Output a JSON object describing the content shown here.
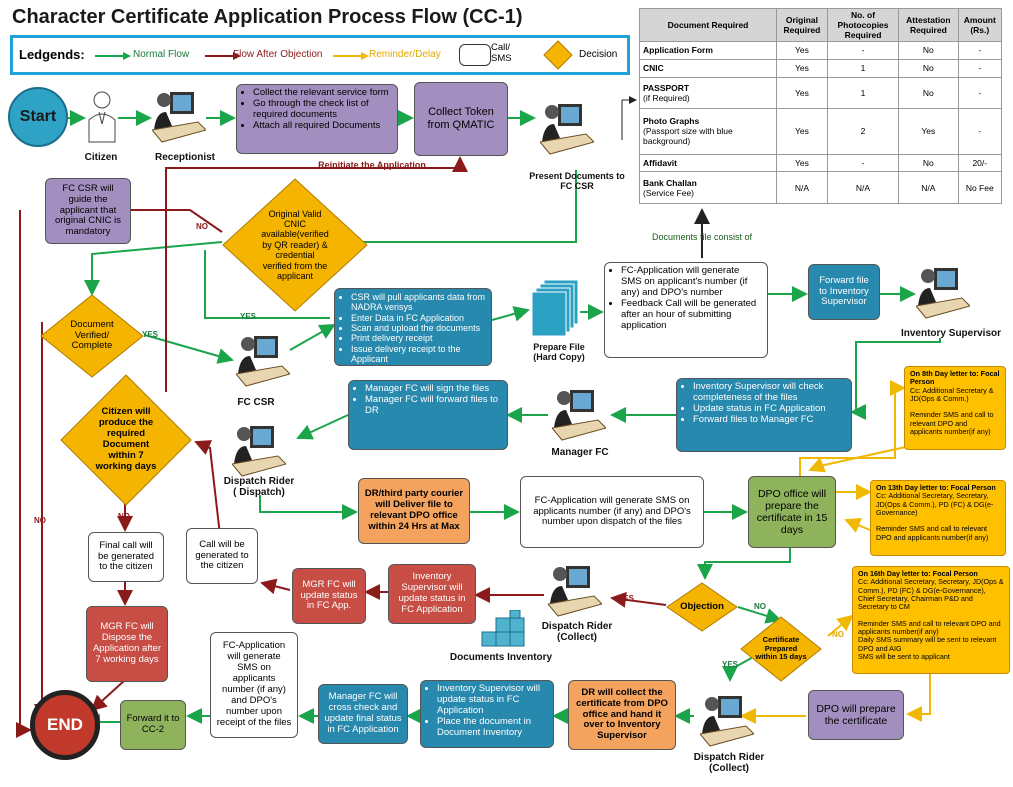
{
  "title": "Character Certificate Application Process Flow (CC-1)",
  "legend": {
    "label": "Ledgends:",
    "normal": "Normal Flow",
    "objection": "Flow After Objection",
    "reminder": "Reminder/Delay",
    "call_sms": "Call/ SMS",
    "decision": "Decision"
  },
  "colors": {
    "normal": "#1aa54b",
    "objection": "#8b1a1a",
    "reminder": "#f0b800",
    "decision": "#f4b400"
  },
  "start": "Start",
  "end": "END",
  "actors": {
    "citizen": "Citizen",
    "receptionist": "Receptionist",
    "present_docs": "Present Documents to FC CSR",
    "fc_csr": "FC CSR",
    "inventory_supervisor": "Inventory Supervisor",
    "manager_fc": "Manager FC",
    "dispatch_rider_dispatch": "Dispatch Rider ( Dispatch)",
    "dispatch_rider_collect1": "Dispatch Rider (Collect)",
    "dispatch_rider_collect2": "Dispatch Rider (Collect)",
    "documents_inventory": "Documents Inventory",
    "prepare_file": "Prepare File (Hard Copy)"
  },
  "boxes": {
    "collect_form": [
      "Collect the relevant service form",
      "Go through the check list of required documents",
      "Attach all required Documents"
    ],
    "collect_token": "Collect Token from QMATIC",
    "reinitiate": "Reinitiate the Application",
    "csr_guide": "FC CSR will guide the applicant that original CNIC is mandatory",
    "csr_pull": [
      "CSR will pull applicants data from NADRA verisys",
      "Enter Data in FC Application",
      "Scan and upload the documents",
      "Print delivery receipt",
      "Issue delivery receipt to the Applicant"
    ],
    "sms_box": [
      "FC-Application will generate SMS on applicant's number (if any) and DPO's number",
      "Feedback Call will be generated after an hour of submitting application"
    ],
    "forward_inv": "Forward file to Inventory Supervisor",
    "docs_file": "Documents file consist of",
    "inv_check": [
      "Inventory Supervisor will check completeness of the files",
      "Update status in FC Application",
      "Forward files to Manager FC"
    ],
    "mgr_sign": [
      "Manager FC will sign the files",
      "Manager FC will forward files to DR"
    ],
    "dr_deliver": "DR/third party courier will Deliver file to relevant DPO office within 24 Hrs at Max",
    "sms_dispatch": "FC-Application will generate SMS on applicants number (if any) and DPO's number upon dispatch of the files",
    "dpo_prepare15": "DPO office will prepare the certificate in 15 days",
    "call_citizen": "Call will be generated to the citizen",
    "mgr_update": "MGR FC will update status in FC App.",
    "inv_update_obj": "Inventory Supervisor will update status in FC Application",
    "final_call": "Final call will be generated to the citizen",
    "mgr_dispose": "MGR FC will Dispose the Application after 7 working days",
    "sms_receipt": "FC-Application will generate SMS on applicants number (if any) and DPO's number upon receipt of the files",
    "mgr_cross": "Manager FC will cross check and update final status in FC Application",
    "inv_update_final": [
      "Inventory Supervisor will update status in FC Application",
      "Place the document in Document Inventory"
    ],
    "dr_collect": "DR will collect the certificate from DPO office and hand it over to Inventory Supervisor",
    "dpo_prepare": "DPO will prepare the certificate",
    "forward_cc2": "Forward it to CC-2"
  },
  "reminders": {
    "day8": {
      "head": "On 8th Day letter to: Focal Person",
      "cc": "Cc: Additional Secretary & JD(Ops & Comm.)",
      "body": "Reminder SMS and call to relevant DPO and applicants number(if any)"
    },
    "day13": {
      "head": "On 13th Day letter to: Focal Person",
      "cc": "Cc: Additional Secretary, Secretary, JD(Ops & Comm.), PD (FC) & DG(e-Governance)",
      "body": "Reminder SMS and call to relevant DPO and applicants number(if any)"
    },
    "day16": {
      "head": "On 16th Day letter to: Focal Person",
      "cc": "Cc: Additional Secretary, Secretary, JD(Ops & Comm.), PD (FC) & DG(e-Governance), Chief Secretary, Chairman P&D and Secretary to CM",
      "body1": "Reminder SMS and call to relevant DPO and applicants number(if any)",
      "body2": "Daily SMS summary will be sent to relevant DPO and AIG",
      "body3": "SMS will be sent to applicant"
    }
  },
  "decisions": {
    "original_cnic": "Original Valid CNIC available(verified by QR reader) & credential verified from the applicant",
    "doc_verified": "Document Verified/ Complete",
    "citizen_produce": "Citizen will produce the required Document within 7 working days",
    "objection": "Objection",
    "cert_prepared": "Certificate Prepared within 15 days"
  },
  "edge_labels": {
    "no": "NO",
    "yes": "YES"
  },
  "doc_table": {
    "headers": [
      "Document Required",
      "Original Required",
      "No. of Photocopies Required",
      "Attestation Required",
      "Amount (Rs.)"
    ],
    "rows": [
      {
        "doc": "Application Form",
        "sub": "",
        "orig": "Yes",
        "copies": "-",
        "att": "No",
        "amt": "-"
      },
      {
        "doc": "CNIC",
        "sub": "",
        "orig": "Yes",
        "copies": "1",
        "att": "No",
        "amt": "-"
      },
      {
        "doc": "PASSPORT",
        "sub": "(if Required)",
        "orig": "Yes",
        "copies": "1",
        "att": "No",
        "amt": "-"
      },
      {
        "doc": "Photo Graphs",
        "sub": "(Passport size with blue background)",
        "orig": "Yes",
        "copies": "2",
        "att": "Yes",
        "amt": "-"
      },
      {
        "doc": "Affidavit",
        "sub": "",
        "orig": "Yes",
        "copies": "-",
        "att": "No",
        "amt": "20/-"
      },
      {
        "doc": "Bank Challan",
        "sub": "(Service Fee)",
        "orig": "N/A",
        "copies": "N/A",
        "att": "N/A",
        "amt": "No Fee"
      }
    ]
  }
}
